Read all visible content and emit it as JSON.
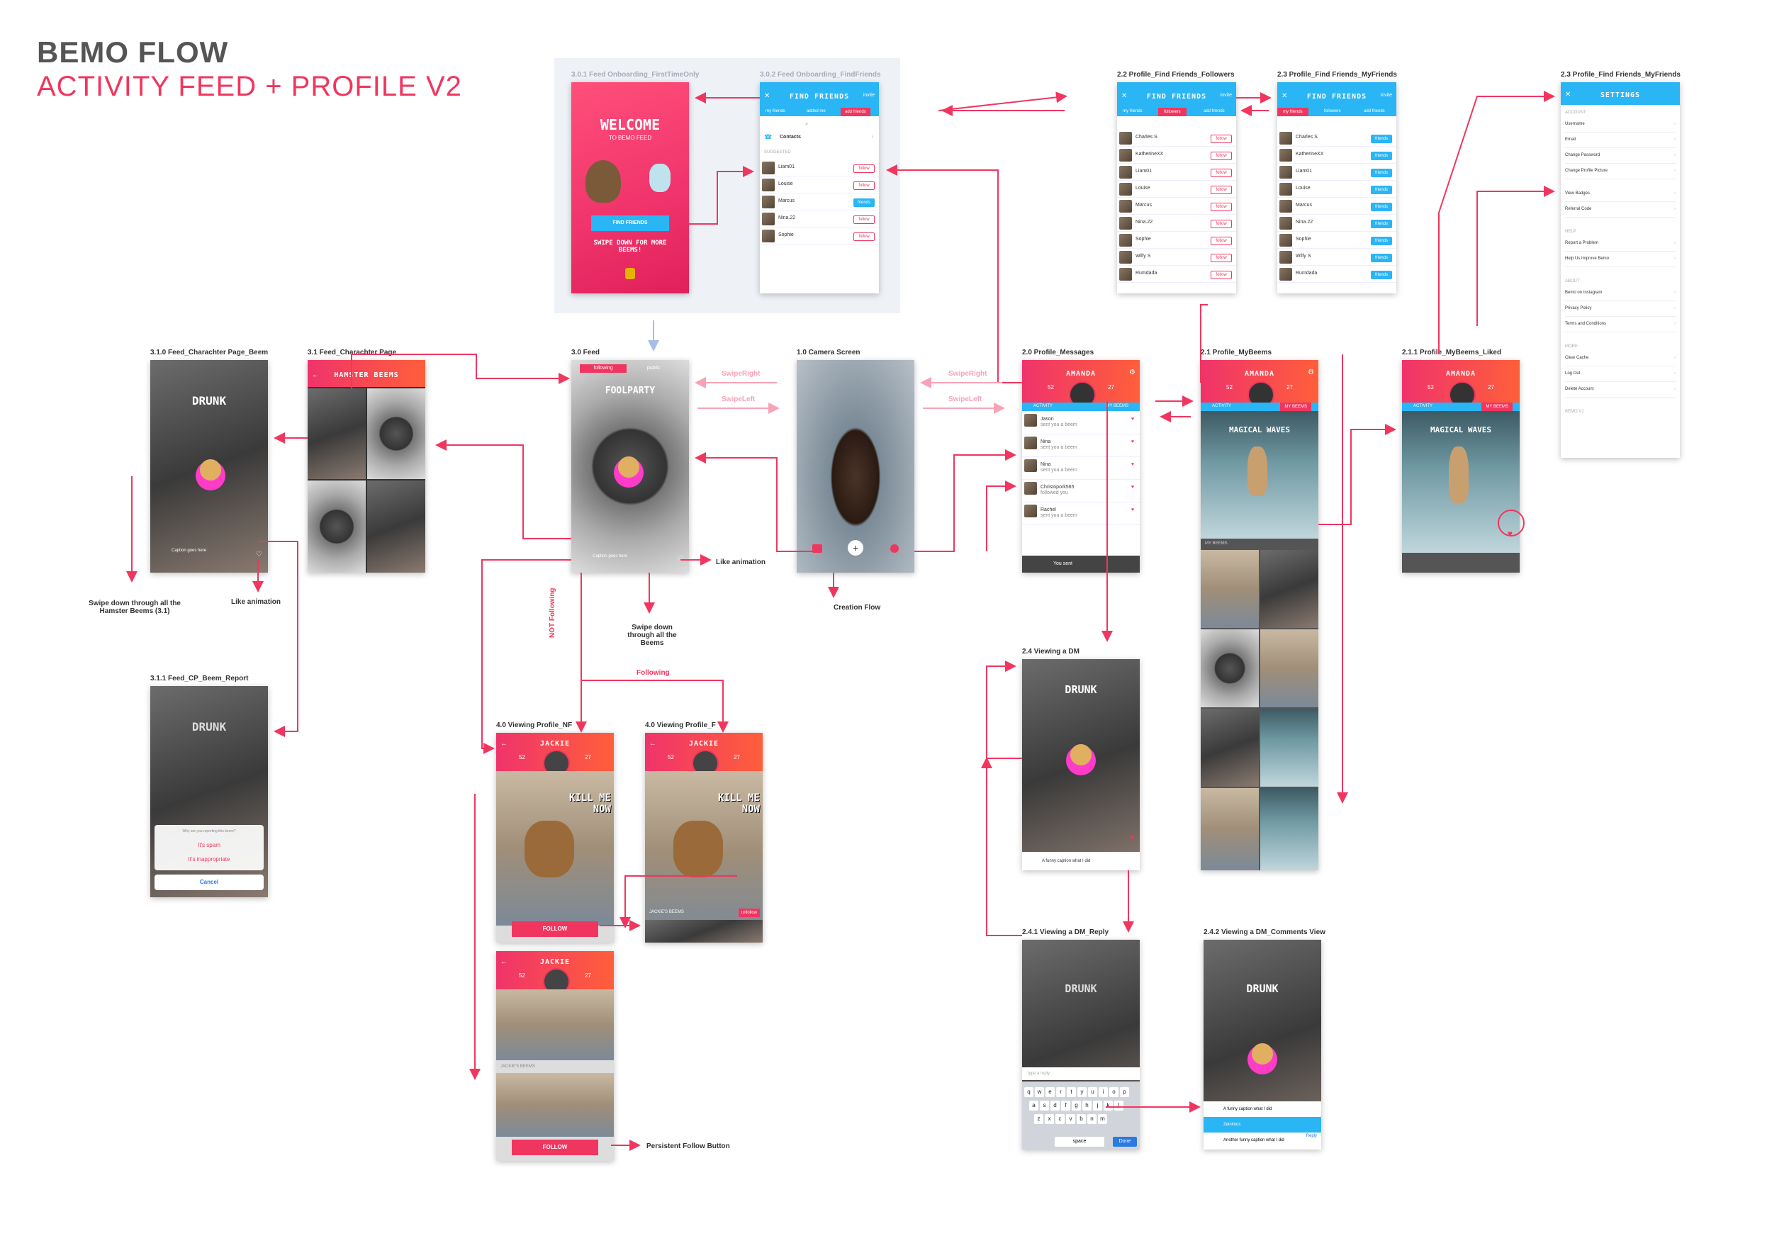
{
  "header": {
    "title": "BEMO FLOW",
    "subtitle": "ACTIVITY FEED + PROFILE V2"
  },
  "screens": {
    "onb1": {
      "label": "3.0.1 Feed Onboarding_FirstTimeOnly",
      "welcome": "WELCOME",
      "to_feed": "TO BEMO FEED",
      "find_friends": "FIND FRIENDS",
      "swipe": "SWIPE DOWN FOR MORE BEEMS!"
    },
    "onb2": {
      "label": "3.0.2 Feed Onboarding_FindFriends",
      "title": "FIND FRIENDS",
      "invite": "invite",
      "tabs": [
        "my friends",
        "added me",
        "add friends"
      ],
      "contacts": "Contacts",
      "suggested": "SUGGESTED",
      "rows": [
        {
          "name": "Liam01",
          "action": "follow"
        },
        {
          "name": "Louise",
          "action": "follow"
        },
        {
          "name": "Marcus",
          "action": "friends"
        },
        {
          "name": "Nina.22",
          "action": "follow"
        },
        {
          "name": "Sophie",
          "action": "follow"
        }
      ]
    },
    "followers": {
      "label": "2.2 Profile_Find Friends_Followers",
      "title": "FIND FRIENDS",
      "invite": "invite",
      "tabs": [
        "my friends",
        "followers",
        "add friends"
      ],
      "rows": [
        {
          "name": "Charles S",
          "action": "follow"
        },
        {
          "name": "KatherineXX",
          "action": "follow"
        },
        {
          "name": "Liam01",
          "action": "follow"
        },
        {
          "name": "Louise",
          "action": "follow"
        },
        {
          "name": "Marcus",
          "action": "follow"
        },
        {
          "name": "Nina.22",
          "action": "follow"
        },
        {
          "name": "Sophie",
          "action": "follow"
        },
        {
          "name": "Willy S",
          "action": "follow"
        },
        {
          "name": "Rumdada",
          "action": "follow"
        }
      ]
    },
    "myfriends": {
      "label": "2.3 Profile_Find Friends_MyFriends",
      "title": "FIND FRIENDS",
      "invite": "invite",
      "tabs": [
        "my friends",
        "followers",
        "add friends"
      ],
      "rows": [
        {
          "name": "Charles S",
          "action": "friends"
        },
        {
          "name": "KatherineXX",
          "action": "friends"
        },
        {
          "name": "Liam01",
          "action": "friends"
        },
        {
          "name": "Louise",
          "action": "friends"
        },
        {
          "name": "Marcus",
          "action": "friends"
        },
        {
          "name": "Nina.22",
          "action": "friends"
        },
        {
          "name": "Sophie",
          "action": "friends"
        },
        {
          "name": "Willy S",
          "action": "friends"
        },
        {
          "name": "Rumdada",
          "action": "friends"
        }
      ]
    },
    "settings": {
      "label": "2.3 Profile_Find Friends_MyFriends",
      "title": "SETTINGS",
      "account": "ACCOUNT",
      "items1": [
        "Username",
        "Email",
        "Change Password",
        "Change Profile Picture"
      ],
      "items2": [
        "View Badges",
        "Referral Code"
      ],
      "help": "HELP",
      "items3": [
        "Report a Problem",
        "Help Us Improve Bemo"
      ],
      "about": "ABOUT",
      "items4": [
        "Bemo on Instagram",
        "Privacy Policy",
        "Terms and Conditions"
      ],
      "more": "MORE",
      "items5": [
        "Clear Cache",
        "Log Out",
        "Delete Account"
      ],
      "version": "BEMO V1"
    },
    "cp_beem": {
      "label": "3.1.0 Feed_Charachter Page_Beem",
      "word": "DRUNK",
      "caption": "Caption goes here"
    },
    "cp": {
      "label": "3.1 Feed_Charachter Page",
      "title": "HAMSTER BEEMS"
    },
    "feed": {
      "label": "3.0 Feed",
      "tabs": [
        "following",
        "public"
      ],
      "word": "FOOLPARTY",
      "caption": "Caption goes here"
    },
    "camera": {
      "label": "1.0 Camera Screen"
    },
    "messages": {
      "label": "2.0 Profile_Messages",
      "name": "AMANDA",
      "followers": "52",
      "following": "27",
      "tabs": [
        "ACTIVITY",
        "MY BEEMS"
      ],
      "rows": [
        {
          "name": "Jason",
          "text": "sent you a beem"
        },
        {
          "name": "Nina",
          "text": "sent you a beem"
        },
        {
          "name": "Nina",
          "text": "sent you a beem"
        },
        {
          "name": "Christopork565",
          "text": "followed you"
        },
        {
          "name": "Rachel",
          "text": "sent you a beem"
        }
      ],
      "you_sent": "You sent"
    },
    "mybeems": {
      "label": "2.1 Profile_MyBeems",
      "name": "AMANDA",
      "followers": "52",
      "following": "27",
      "tabs": [
        "ACTIVITY",
        "MY BEEMS"
      ],
      "word": "MAGICAL WAVES",
      "section": "MY BEEMS"
    },
    "liked": {
      "label": "2.1.1 Profile_MyBeems_Liked",
      "name": "AMANDA",
      "followers": "52",
      "following": "27",
      "tabs": [
        "ACTIVITY",
        "MY BEEMS"
      ],
      "word": "MAGICAL WAVES"
    },
    "report": {
      "label": "3.1.1 Feed_CP_Beem_Report",
      "word": "DRUNK",
      "question": "Why are you reporting this beem?",
      "spam": "It's spam",
      "inappropriate": "It's inappropriate",
      "cancel": "Cancel"
    },
    "profile_nf": {
      "label": "4.0 Viewing Profile_NF",
      "name": "JACKIE",
      "followers": "52",
      "following": "27",
      "word": "KILL ME NOW",
      "follow": "FOLLOW"
    },
    "profile_f": {
      "label": "4.0 Viewing Profile_F",
      "name": "JACKIE",
      "followers": "52",
      "following": "27",
      "word": "KILL ME NOW",
      "section": "JACKIE'S BEEMS",
      "unfollow": "unfollow"
    },
    "profile_nf2": {
      "name": "JACKIE",
      "followers": "52",
      "following": "27",
      "section": "JACKIE'S BEEMS",
      "follow": "FOLLOW"
    },
    "dm": {
      "label": "2.4 Viewing a DM",
      "word": "DRUNK",
      "caption": "A funny caption what I did"
    },
    "dm_reply": {
      "label": "2.4.1 Viewing a DM_Reply",
      "word": "DRUNK",
      "placeholder": "type a reply",
      "space": "space",
      "done": "Done"
    },
    "dm_comments": {
      "label": "2.4.2 Viewing a DM_Comments View",
      "word": "DRUNK",
      "c1": "A funny caption what I did",
      "c2": "Zeinimus",
      "c3": "Another funny caption what I did",
      "reply": "Reply"
    }
  },
  "annotations": {
    "swipe_right": "SwipeRight",
    "swipe_left": "SwipeLeft",
    "like_animation": "Like animation",
    "creation_flow": "Creation Flow",
    "swipe_down_feed": "Swipe down through all the Beems",
    "swipe_down_hamster": "Swipe down through all the Hamster Beems (3.1)",
    "like_animation2": "Like animation",
    "not_following": "NOT Following",
    "following": "Following",
    "persistent_follow": "Persistent Follow Button"
  }
}
